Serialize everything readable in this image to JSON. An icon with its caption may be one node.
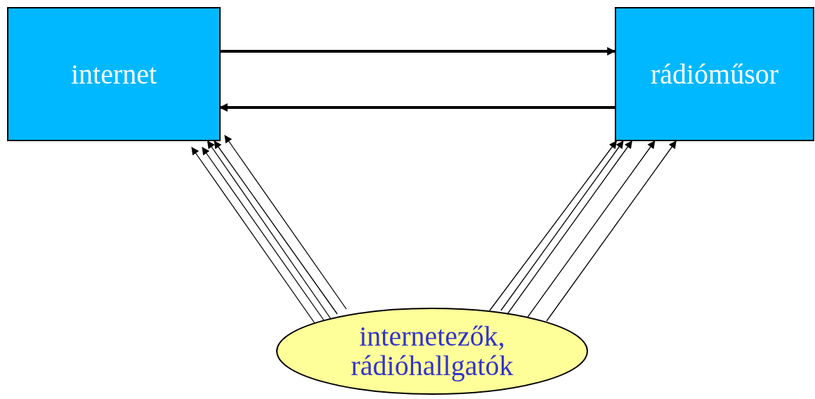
{
  "diagram": {
    "nodes": [
      {
        "text": [
          "internet"
        ]
      },
      {
        "text": [
          "rádióműsor"
        ]
      },
      {
        "text": [
          "internetezők, rádióhallgatók"
        ]
      }
    ],
    "edges": [
      {
        "from": 0,
        "to": 1,
        "arrow": "to",
        "style": "thick"
      },
      {
        "from": 1,
        "to": 0,
        "arrow": "to",
        "style": "thick"
      },
      {
        "from": 2,
        "to": 0,
        "arrow": "to"
      },
      {
        "from": 2,
        "to": 0,
        "arrow": "to"
      },
      {
        "from": 2,
        "to": 0,
        "arrow": "to"
      },
      {
        "from": 2,
        "to": 0,
        "arrow": "to"
      },
      {
        "from": 2,
        "to": 0,
        "arrow": "to"
      },
      {
        "from": 2,
        "to": 1,
        "arrow": "to"
      },
      {
        "from": 2,
        "to": 1,
        "arrow": "to"
      },
      {
        "from": 2,
        "to": 1,
        "arrow": "to"
      },
      {
        "from": 2,
        "to": 1,
        "arrow": "to"
      },
      {
        "from": 2,
        "to": 1,
        "arrow": "to"
      }
    ]
  }
}
